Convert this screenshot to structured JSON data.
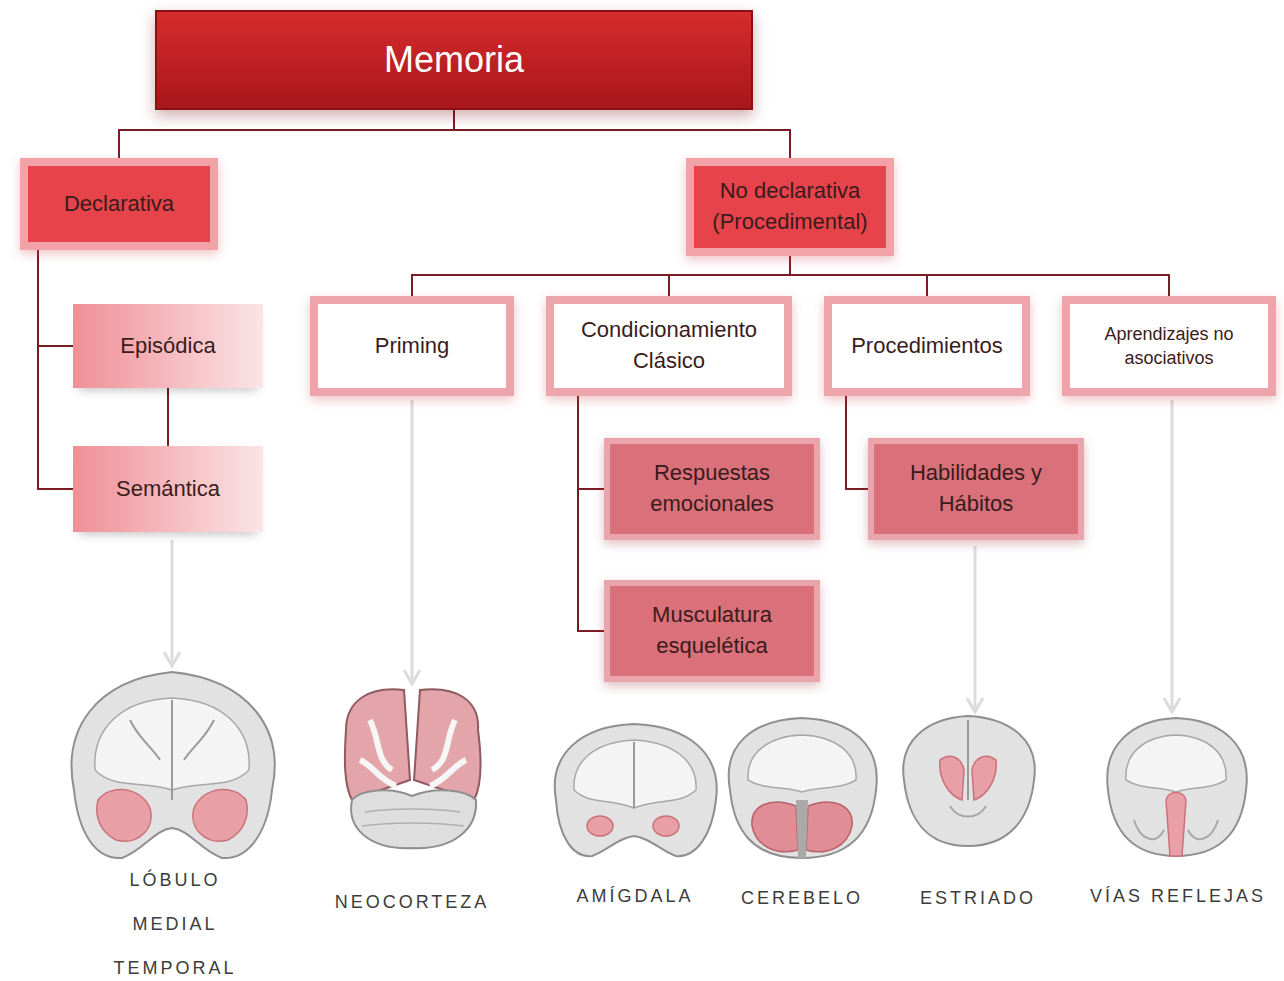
{
  "diagram": {
    "nodes": [
      {
        "text": [
          "Memoria"
        ]
      },
      {
        "text": [
          "Declarativa"
        ]
      },
      {
        "text": [
          "No declarativa (Procedimental)"
        ]
      },
      {
        "text": [
          "Episódica"
        ]
      },
      {
        "text": [
          "Semántica"
        ]
      },
      {
        "text": [
          "Priming"
        ]
      },
      {
        "text": [
          "Condicionamiento Clásico"
        ]
      },
      {
        "text": [
          "Procedimientos"
        ]
      },
      {
        "text": [
          "Aprendizajes no asociativos"
        ]
      },
      {
        "text": [
          "Respuestas emocionales"
        ]
      },
      {
        "text": [
          "Musculatura esquelética"
        ]
      },
      {
        "text": [
          "Habilidades y Hábitos"
        ]
      }
    ],
    "edges": [
      {
        "from": 0,
        "to": 1,
        "arrow": "none"
      },
      {
        "from": 0,
        "to": 2,
        "arrow": "none"
      },
      {
        "from": 1,
        "to": 3,
        "arrow": "none"
      },
      {
        "from": 1,
        "to": 4,
        "arrow": "none"
      },
      {
        "from": 3,
        "to": 4,
        "arrow": "none"
      },
      {
        "from": 2,
        "to": 5,
        "arrow": "none"
      },
      {
        "from": 2,
        "to": 6,
        "arrow": "none"
      },
      {
        "from": 2,
        "to": 7,
        "arrow": "none"
      },
      {
        "from": 2,
        "to": 8,
        "arrow": "none"
      },
      {
        "from": 6,
        "to": 9,
        "arrow": "none"
      },
      {
        "from": 6,
        "to": 10,
        "arrow": "none"
      },
      {
        "from": 7,
        "to": 11,
        "arrow": "none"
      }
    ],
    "labels": [
      "LÓBULO MEDIAL TEMPORAL",
      "NEOCORTEZA",
      "AMÍGDALA",
      "CEREBELO",
      "ESTRIADO",
      "VÍAS REFLEJAS"
    ]
  }
}
